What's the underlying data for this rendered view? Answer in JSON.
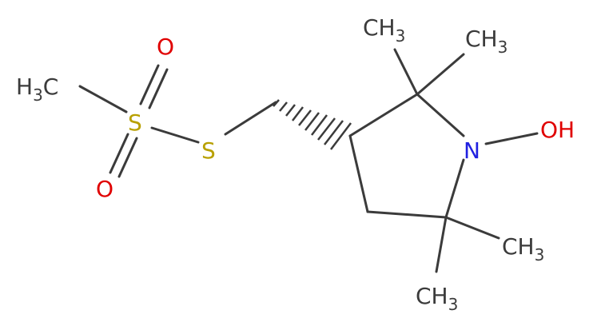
{
  "molecule": {
    "atoms": {
      "ch3_left": {
        "main": "H",
        "sub": "3",
        "tail": "C",
        "color": "#3b3b3b"
      },
      "s_sulfonyl": {
        "text": "S",
        "color": "#b8a000"
      },
      "o_top": {
        "text": "O",
        "color": "#e00000"
      },
      "o_bottom": {
        "text": "O",
        "color": "#e00000"
      },
      "s_thio": {
        "text": "S",
        "color": "#b8a000"
      },
      "n_ring": {
        "text": "N",
        "color": "#2020e0"
      },
      "oh": {
        "text": "OH",
        "color": "#e00000"
      },
      "ch3_top_a": {
        "main": "CH",
        "sub": "3",
        "color": "#3b3b3b"
      },
      "ch3_top_b": {
        "main": "CH",
        "sub": "3",
        "color": "#3b3b3b"
      },
      "ch3_bottom_right": {
        "main": "CH",
        "sub": "3",
        "color": "#3b3b3b"
      },
      "ch3_bottom": {
        "main": "CH",
        "sub": "3",
        "color": "#3b3b3b"
      }
    },
    "bond_color": "#3b3b3b"
  }
}
